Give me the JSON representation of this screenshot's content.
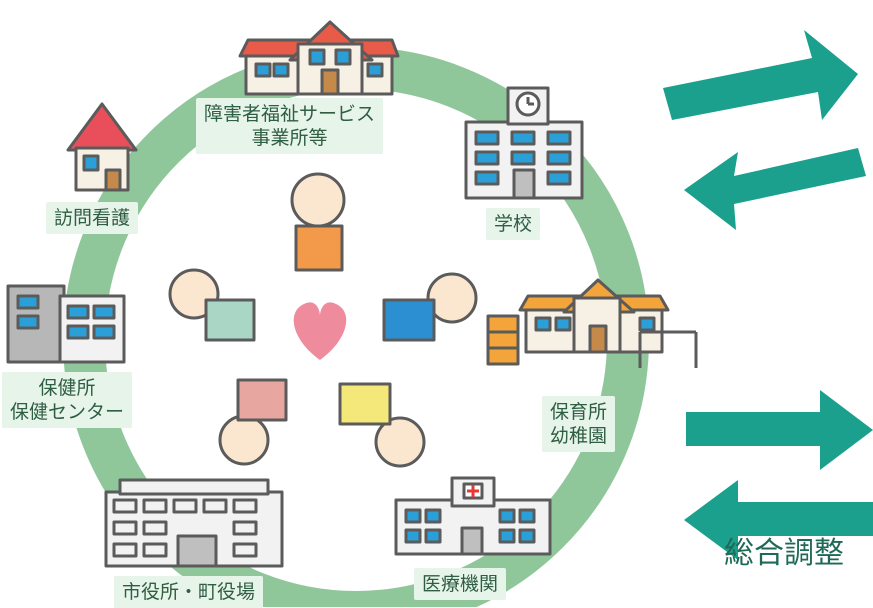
{
  "facilities": [
    {
      "id": "welfare",
      "lines": [
        "障害者福祉サービス",
        "事業所等"
      ]
    },
    {
      "id": "school",
      "lines": [
        "学校"
      ]
    },
    {
      "id": "nursery",
      "lines": [
        "保育所",
        "幼稚園"
      ]
    },
    {
      "id": "medical",
      "lines": [
        "医療機関"
      ]
    },
    {
      "id": "cityhall",
      "lines": [
        "市役所・町役場"
      ]
    },
    {
      "id": "health",
      "lines": [
        "保健所",
        "保健センター"
      ]
    },
    {
      "id": "nursing",
      "lines": [
        "訪問看護"
      ]
    }
  ],
  "coordination_label": "総合調整",
  "colors": {
    "ring": "#8fc79b",
    "arrow": "#1aa08c",
    "label_bg": "#e7f4ea",
    "heart": "#ee8c9d"
  }
}
